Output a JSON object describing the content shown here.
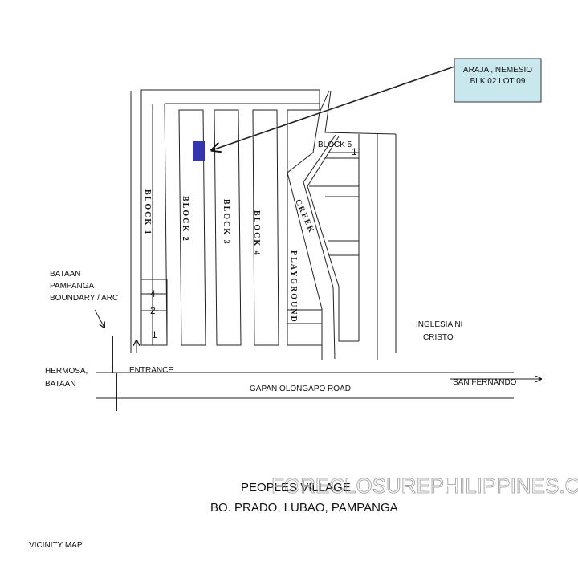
{
  "callout": {
    "line1": "ARAJA , NEMESIO",
    "line2": "BLK 02 LOT 09",
    "fill": "#c9e8ee"
  },
  "highlight_lot_color": "#3535b0",
  "blocks": {
    "block1": "BLOCK 1",
    "block2": "BLOCK 2",
    "block3": "BLOCK 3",
    "block4": "BLOCK 4",
    "block5": "BLOCK 5"
  },
  "lots": {
    "b1_lot4": "4",
    "b1_lot2": "2",
    "b1_lot1": "1",
    "b5_lot1": "1"
  },
  "features": {
    "creek": "CREEK",
    "playground": "PLAYGROUND"
  },
  "labels": {
    "boundary_line1": "BATAAN",
    "boundary_line2": "PAMPANGA",
    "boundary_line3": "BOUNDARY / ARC",
    "hermosa_line1": "HERMOSA,",
    "hermosa_line2": "BATAAN",
    "entrance": "ENTRANCE",
    "road": "GAPAN OLONGAPO  ROAD",
    "san_fernando": "SAN FERNANDO",
    "iglesia_line1": "INGLESIA NI",
    "iglesia_line2": "CRISTO"
  },
  "title": {
    "line1": "PEOPLES VILLAGE",
    "line2": "BO. PRADO, LUBAO, PAMPANGA"
  },
  "watermark": "FORECLOSUREPHILIPPINES.COM",
  "footer": "VICINITY MAP"
}
